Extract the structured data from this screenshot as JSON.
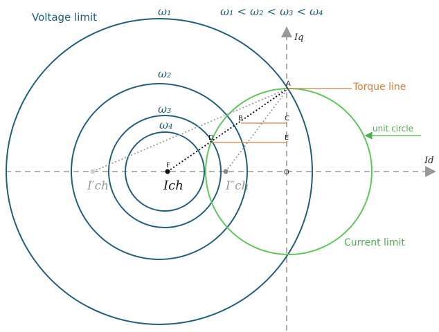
{
  "labels": {
    "voltage_limit": "Voltage limit",
    "omega1": "ω₁",
    "omega2": "ω₂",
    "omega3": "ω₃",
    "omega4": "ω₄",
    "omega_order": "ω₁ < ω₂ < ω₃ < ω₄",
    "torque_line": "Torque line",
    "unit_circle": "unit circle",
    "current_limit": "Current limit",
    "axis_q": "Iq",
    "axis_d": "Id",
    "point_A": "A",
    "point_B": "B",
    "point_C": "C",
    "point_D": "D",
    "point_E": "E",
    "point_F": "F",
    "point_O": "O",
    "ich": "Ich",
    "ich_prime": "I′ch",
    "ich_dprime": "I″ch"
  },
  "colors": {
    "voltage": "#1f5f7a",
    "current": "#5cc85c",
    "torque": "#e07b39",
    "axis": "#999999",
    "text": "#222222"
  }
}
